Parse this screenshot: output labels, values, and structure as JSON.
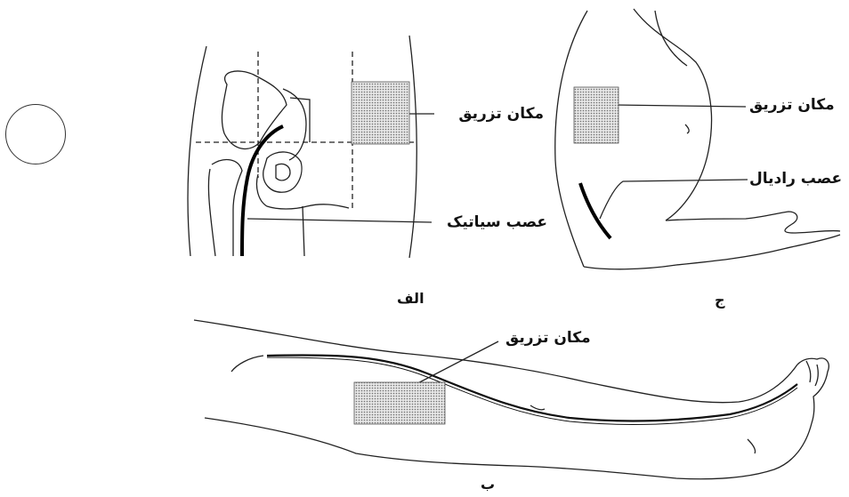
{
  "icon": "syringe-icon",
  "panel_hip": {
    "letter": "الف",
    "site_label": "مکان تزریق",
    "nerve_label": "عصب سیاتیک"
  },
  "panel_arm": {
    "letter": "ج",
    "site_label": "مکان تزریق",
    "nerve_label": "عصب رادیال"
  },
  "panel_leg": {
    "letter": "ب",
    "site_label": "مکان تزریق"
  },
  "colors": {
    "ink": "#111111",
    "stipple": "#9a9a9a"
  }
}
